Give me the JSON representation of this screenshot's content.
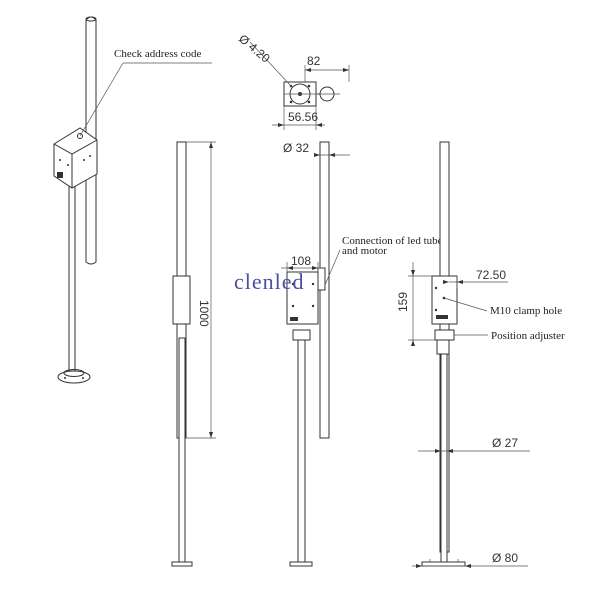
{
  "annotations": {
    "check_address": "Check address code",
    "connection_line1": "Connection of led tube",
    "connection_line2": "and motor",
    "m10_clamp": "M10 clamp hole",
    "position_adjuster": "Position adjuster"
  },
  "dimensions": {
    "dia_420": "Ø 4.20",
    "width_82": "82",
    "width_5656": "56.56",
    "dia_32": "Ø 32",
    "length_1000": "1000",
    "width_108": "108",
    "height_159": "159",
    "width_7250": "72.50",
    "dia_27": "Ø 27",
    "dia_80": "Ø 80"
  },
  "watermark": "clenled"
}
